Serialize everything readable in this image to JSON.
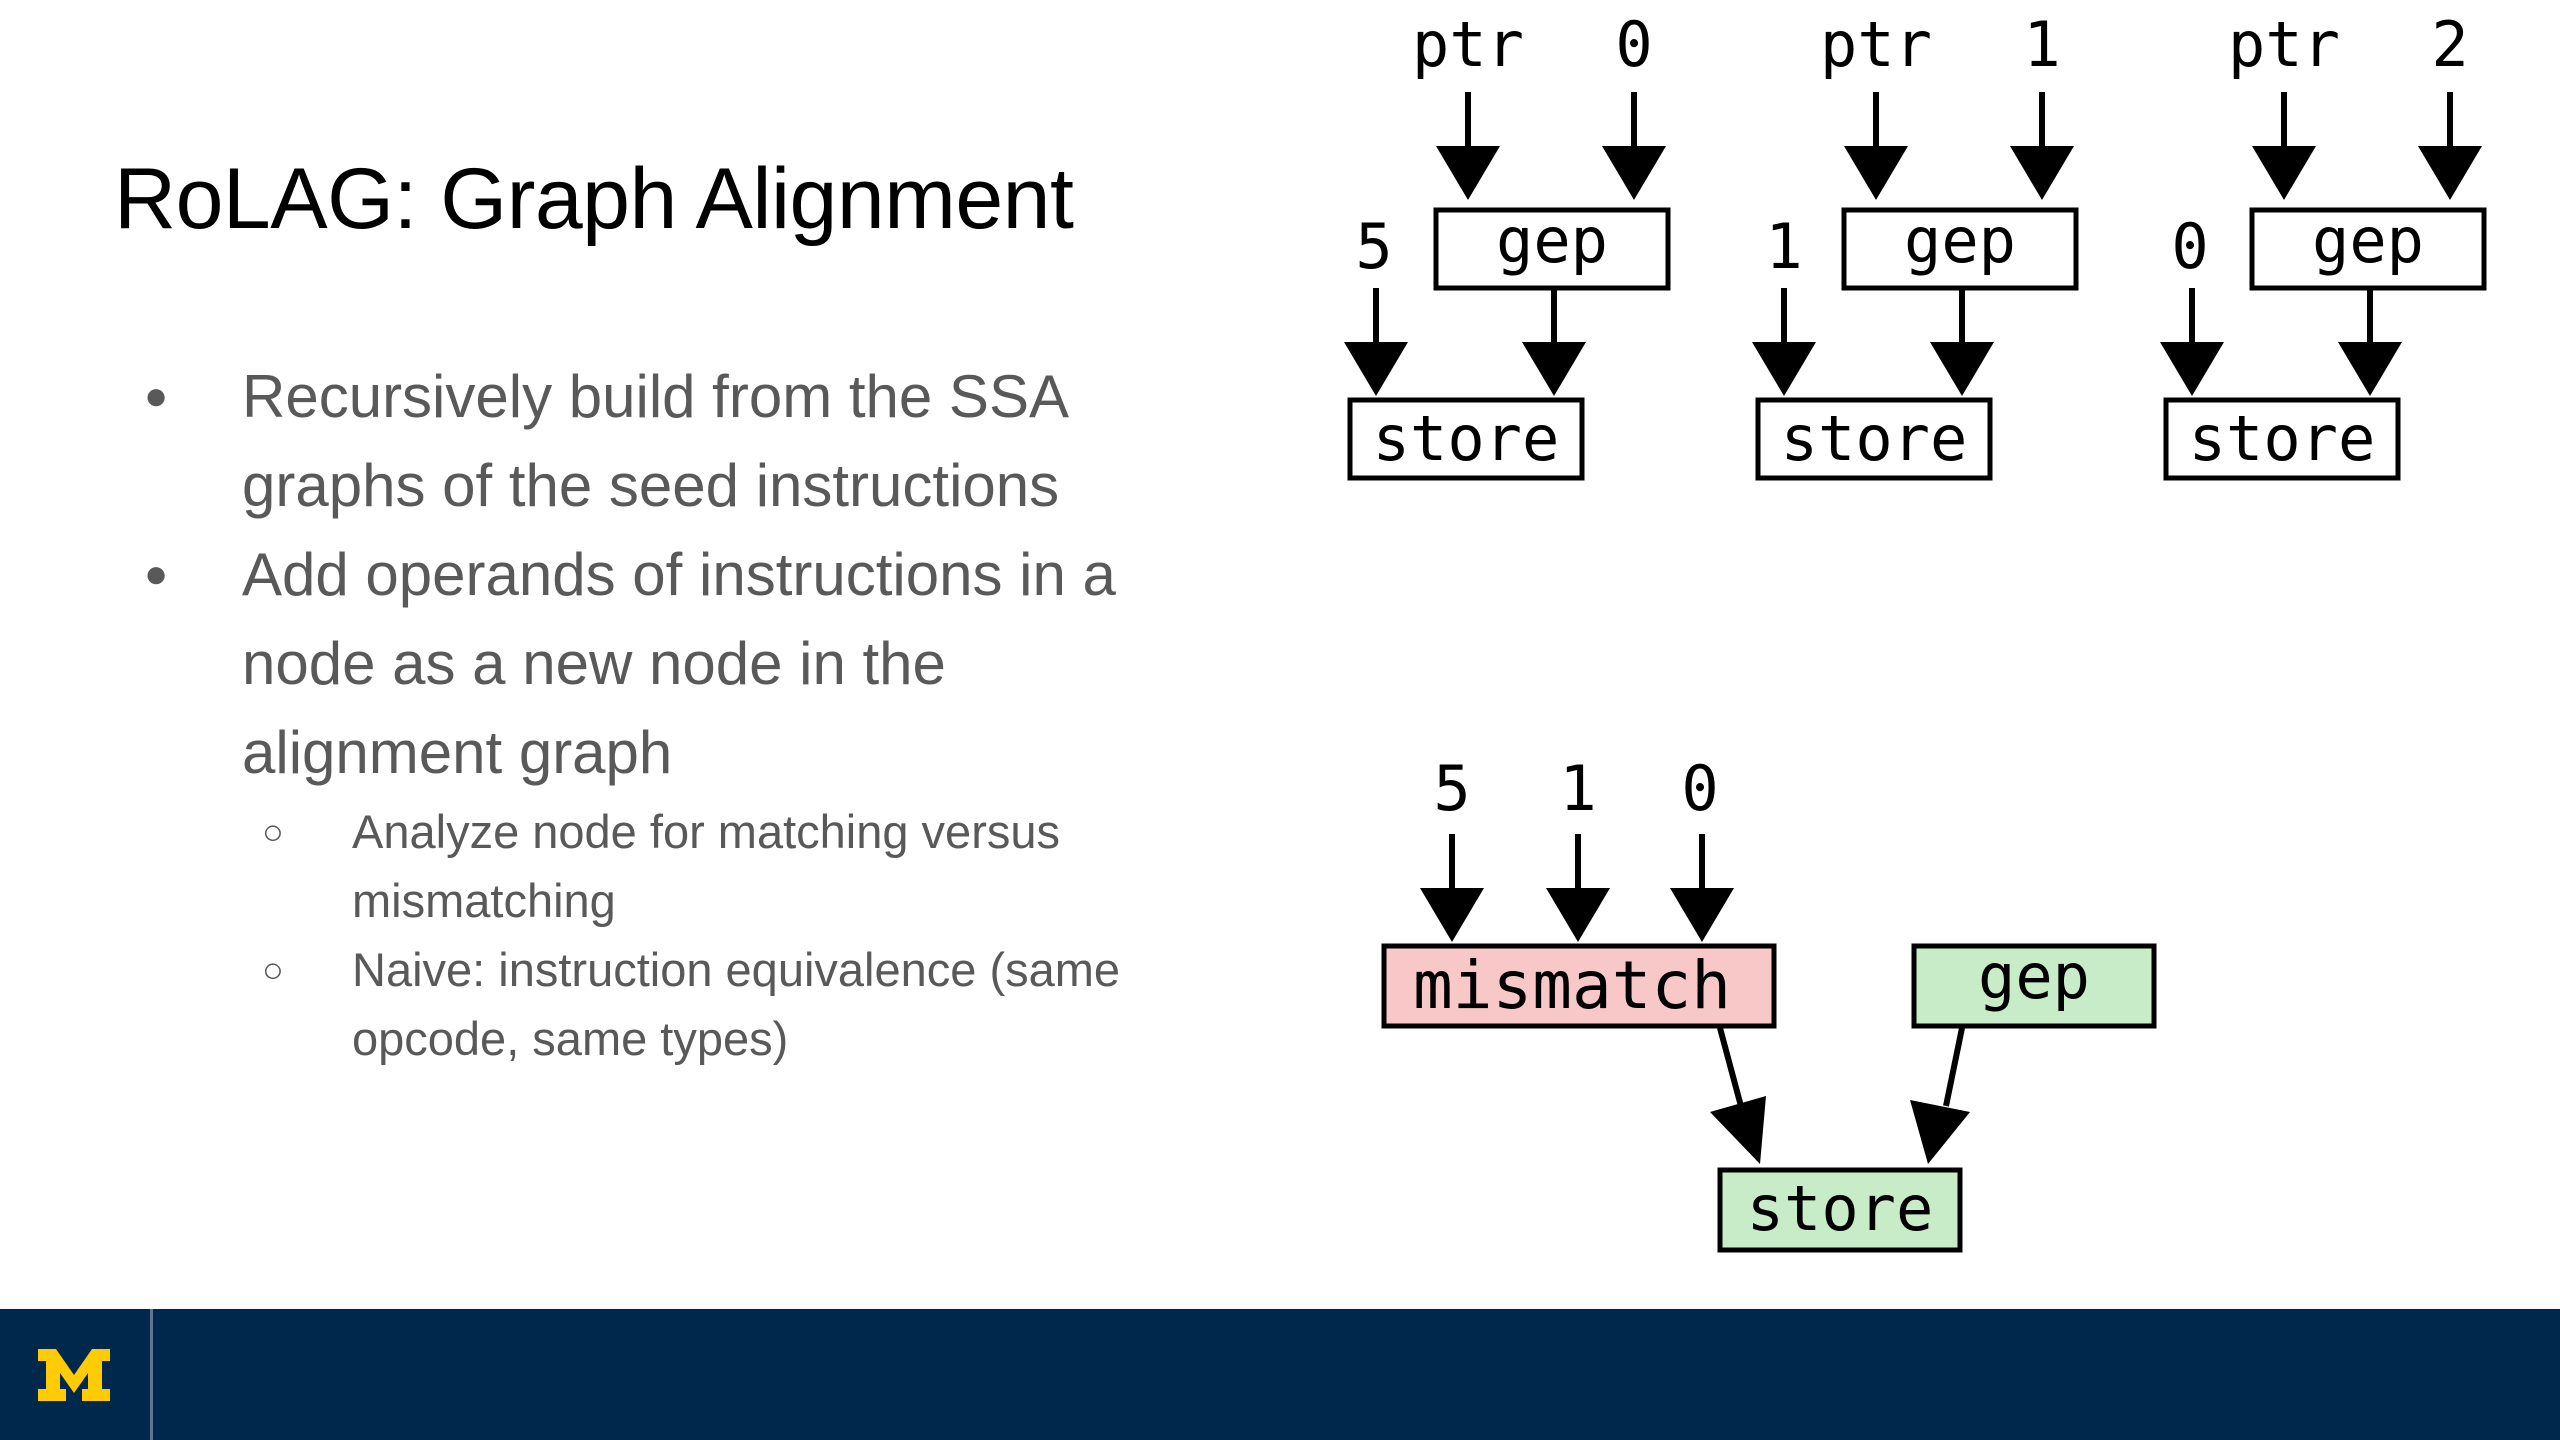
{
  "slide": {
    "title": "RoLAG: Graph Alignment",
    "bullets": [
      {
        "text": "Recursively build from the SSA graphs of the seed instructions",
        "lines": [
          "Recursively build from the SSA",
          "graphs of the seed instructions"
        ]
      },
      {
        "text": "Add operands of instructions in a node as a new node in the alignment graph",
        "lines": [
          "Add operands of instructions in a",
          "node as a new node in the",
          "alignment graph"
        ],
        "subbullets": [
          {
            "text": "Analyze node for matching versus mismatching",
            "lines": [
              "Analyze node for matching versus",
              "mismatching"
            ]
          },
          {
            "text": "Naive: instruction equivalence (same opcode, same types)",
            "lines": [
              "Naive: instruction equivalence (same",
              "opcode, same types)"
            ]
          }
        ]
      }
    ]
  },
  "diagram": {
    "seed_graphs": [
      {
        "ptr_label": "ptr",
        "index": "0",
        "value": "5",
        "gep_label": "gep",
        "store_label": "store"
      },
      {
        "ptr_label": "ptr",
        "index": "1",
        "value": "1",
        "gep_label": "gep",
        "store_label": "store"
      },
      {
        "ptr_label": "ptr",
        "index": "2",
        "value": "0",
        "gep_label": "gep",
        "store_label": "store"
      }
    ],
    "alignment_graph": {
      "values": [
        "5",
        "1",
        "0"
      ],
      "mismatch_label": "mismatch",
      "gep_label": "gep",
      "store_label": "store"
    }
  },
  "footer": {
    "logo_text": "M"
  },
  "colors": {
    "mismatch_fill": "#f8c8c8",
    "match_fill": "#c8ecc8",
    "footer_bg": "#00274c",
    "logo_color": "#ffcb05",
    "body_text": "#595959"
  },
  "icons": {
    "bullet_level1": "●",
    "bullet_level2": "○"
  }
}
